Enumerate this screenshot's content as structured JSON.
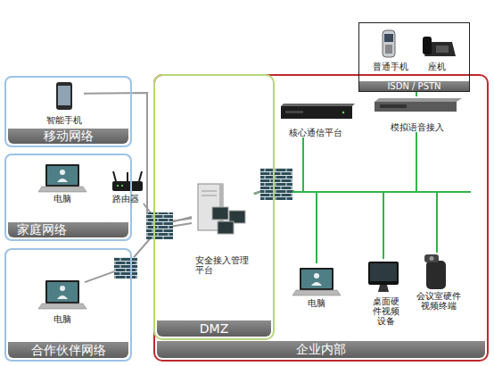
{
  "diagram": {
    "nodes": [
      {
        "text": [
          "移动网络"
        ]
      },
      {
        "text": [
          "智能手机"
        ],
        "in": 0
      },
      {
        "text": [
          "家庭网络"
        ]
      },
      {
        "text": [
          "电脑"
        ],
        "in": 2
      },
      {
        "text": [
          "路由器"
        ],
        "in": 2
      },
      {
        "text": [
          "合作伙伴网络"
        ]
      },
      {
        "text": [
          "电脑"
        ],
        "in": 5
      },
      {
        "text": [
          "企业内部"
        ]
      },
      {
        "text": [
          "DMZ"
        ],
        "in": 7
      },
      {
        "text": [
          "安全接入管理平台"
        ],
        "in": 8
      },
      {
        "text": [
          "核心通信平台"
        ],
        "in": 7
      },
      {
        "text": [
          "模拟语音接入"
        ],
        "in": 7
      },
      {
        "text": [
          "ISDN / PSTN"
        ]
      },
      {
        "text": [
          "普通手机"
        ],
        "in": 12
      },
      {
        "text": [
          "座机"
        ],
        "in": 12
      },
      {
        "text": [
          "电脑"
        ],
        "in": 7
      },
      {
        "text": [
          "桌面硬件视频设备"
        ],
        "in": 7
      },
      {
        "text": [
          "会议室硬件视频终端"
        ],
        "in": 7
      }
    ],
    "edges": [
      {
        "from": 1,
        "to": 9,
        "arrow": "none"
      },
      {
        "from": 4,
        "to": 9,
        "arrow": "none"
      },
      {
        "from": 6,
        "to": 9,
        "arrow": "none"
      },
      {
        "from": 9,
        "to": 10,
        "arrow": "none"
      },
      {
        "from": 9,
        "to": 11,
        "arrow": "none"
      },
      {
        "from": 9,
        "to": 15,
        "arrow": "none"
      },
      {
        "from": 9,
        "to": 16,
        "arrow": "none"
      },
      {
        "from": 9,
        "to": 17,
        "arrow": "none"
      },
      {
        "from": 11,
        "to": 12,
        "arrow": "none"
      }
    ]
  }
}
